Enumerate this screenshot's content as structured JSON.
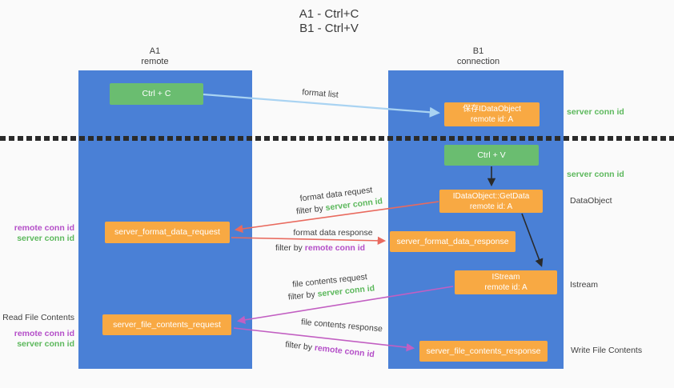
{
  "title": {
    "line1": "A1 - Ctrl+C",
    "line2": "B1 - Ctrl+V"
  },
  "lanes": {
    "left": {
      "line1": "A1",
      "line2": "remote"
    },
    "right": {
      "line1": "B1",
      "line2": "connection"
    }
  },
  "nodes": {
    "ctrl_c": {
      "label": "Ctrl + C"
    },
    "save_idataobject": {
      "line1": "保存IDataObject",
      "line2": "remote id: A"
    },
    "ctrl_v": {
      "label": "Ctrl + V"
    },
    "getdata": {
      "line1": "IDataObject::GetData",
      "line2": "remote id: A"
    },
    "format_request": {
      "label": "server_format_data_request"
    },
    "format_response": {
      "label": "server_format_data_response"
    },
    "istream": {
      "line1": "IStream",
      "line2": "remote id: A"
    },
    "file_request": {
      "label": "server_file_contents_request"
    },
    "file_response": {
      "label": "server_file_contents_response"
    }
  },
  "edges": {
    "format_list": {
      "label": "format list"
    },
    "format_request": {
      "line1": "format data request",
      "prefix": "filter by",
      "id": "server conn id"
    },
    "format_response": {
      "line1": "format data response",
      "prefix": "filter by",
      "id": "remote conn id"
    },
    "file_request": {
      "line1": "file contents request",
      "prefix": "filter by",
      "id": "server conn id"
    },
    "file_response": {
      "line1": "file contents response",
      "prefix": "filter by",
      "id": "remote conn id"
    }
  },
  "left_labels": {
    "pair1_remote": "remote conn id",
    "pair1_server": "server conn id",
    "read_title": "Read File Contents",
    "pair2_remote": "remote conn id",
    "pair2_server": "server conn id"
  },
  "right_labels": {
    "server_conn_top": "server conn id",
    "server_conn_mid": "server conn id",
    "dataobject": "DataObject",
    "istream": "Istream",
    "write_title": "Write File Contents"
  },
  "colors": {
    "lane_blue": "#4a80d6",
    "node_orange": "#f8a943",
    "node_green": "#6abd70",
    "arrow_light_blue": "#a9d3f2",
    "arrow_red": "#e96a5e",
    "arrow_magenta": "#c25fc2",
    "arrow_black": "#2a2a2a",
    "label_green": "#5cb85c",
    "label_purple": "#b44ec8",
    "text_dark": "#3f3f3f"
  }
}
